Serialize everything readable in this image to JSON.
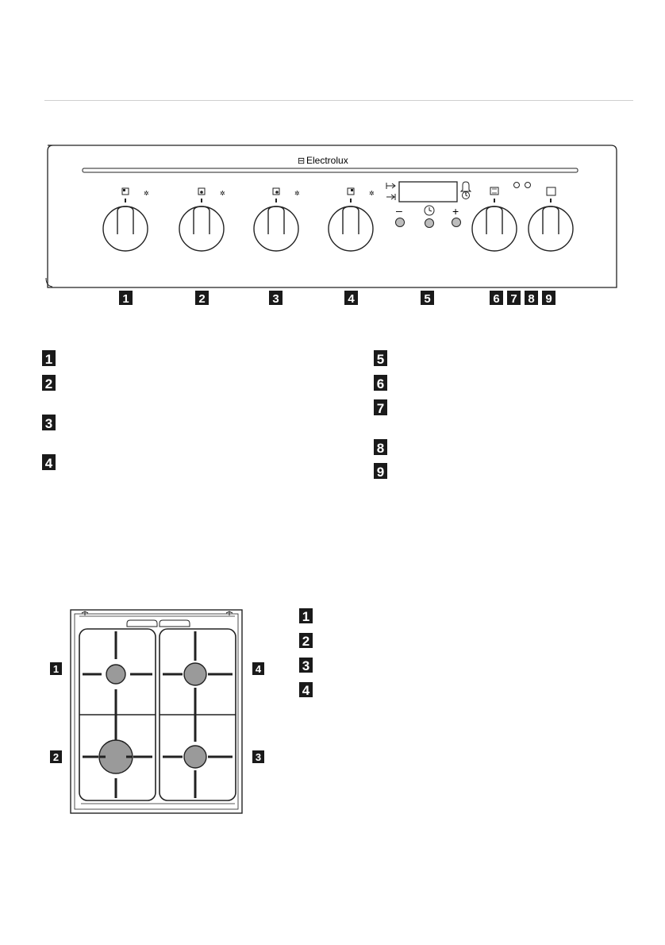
{
  "brand": {
    "logo_glyph": "⊟",
    "name": "Electrolux"
  },
  "control_panel": {
    "display": {
      "minus": "–",
      "plus": "+"
    },
    "labels": [
      "1",
      "2",
      "3",
      "4",
      "5",
      "6",
      "7",
      "8",
      "9"
    ]
  },
  "panel_legend": {
    "left": [
      "1",
      "2",
      "3",
      "4"
    ],
    "right": [
      "5",
      "6",
      "7",
      "8",
      "9"
    ]
  },
  "hob": {
    "labels_left": [
      "1",
      "2"
    ],
    "labels_right": [
      "4",
      "3"
    ],
    "legend": [
      "1",
      "2",
      "3",
      "4"
    ]
  },
  "colors": {
    "line": "#222222",
    "label_box": "#1a1a1a",
    "burner": "#9a9a9a"
  }
}
